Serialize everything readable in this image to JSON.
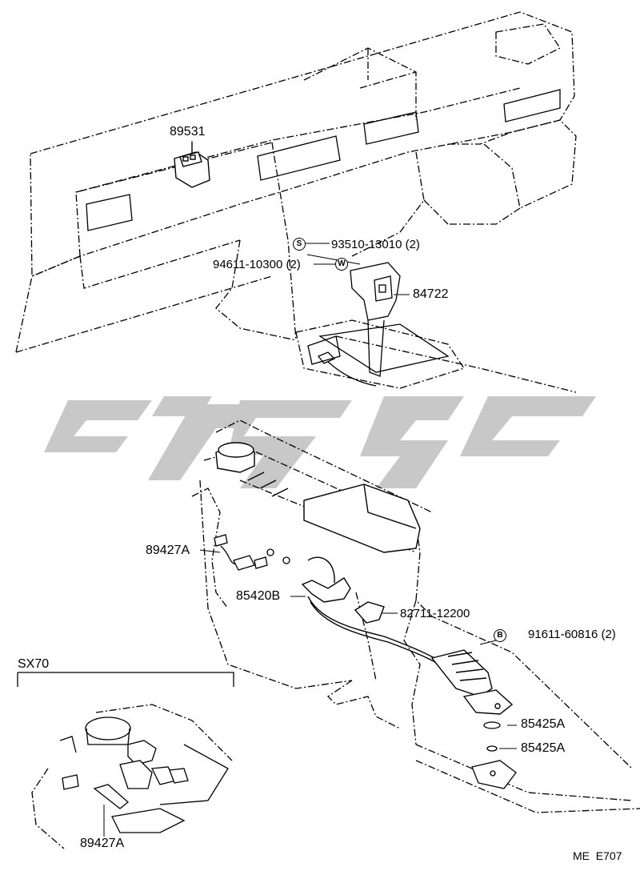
{
  "diagram": {
    "watermark_color": "#c8c8c8",
    "line_color": "#000000",
    "parts": [
      {
        "id": "p89531",
        "label": "89531"
      },
      {
        "id": "p93510",
        "label": "93510-13010 (2)",
        "symbol": "S"
      },
      {
        "id": "p94611",
        "label": "94611-10300 (2)",
        "symbol": "W"
      },
      {
        "id": "p84722",
        "label": "84722"
      },
      {
        "id": "p89427a_top",
        "label": "89427A"
      },
      {
        "id": "p85420b",
        "label": "85420B"
      },
      {
        "id": "p82711",
        "label": "82711-12200"
      },
      {
        "id": "p91611",
        "label": "91611-60816 (2)",
        "symbol": "B"
      },
      {
        "id": "p85425a_1",
        "label": "85425A"
      },
      {
        "id": "p85425a_2",
        "label": "85425A"
      },
      {
        "id": "p89427a_inset",
        "label": "89427A"
      }
    ],
    "inset_title": "SX70",
    "footer_code": "ME  E707"
  }
}
